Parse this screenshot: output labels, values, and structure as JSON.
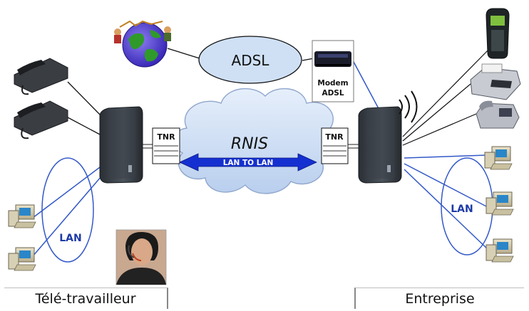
{
  "diagram": {
    "adsl_label": "ADSL",
    "rnis_label": "RNIS",
    "lan_to_lan_label": "LAN TO LAN",
    "modem_label_line1": "Modem",
    "modem_label_line2": "ADSL",
    "tnr_left_label": "TNR",
    "tnr_right_label": "TNR",
    "lan_left_label": "LAN",
    "lan_right_label": "LAN",
    "left_site_label": "Télé-travailleur",
    "right_site_label": "Entreprise"
  },
  "colors": {
    "adsl_fill": "#cfe0f5",
    "cloud_fill": "#cfe0f5",
    "link_blue": "#3358c8",
    "arrow_blue": "#1530d0",
    "lan_text": "#1d3aa6"
  }
}
